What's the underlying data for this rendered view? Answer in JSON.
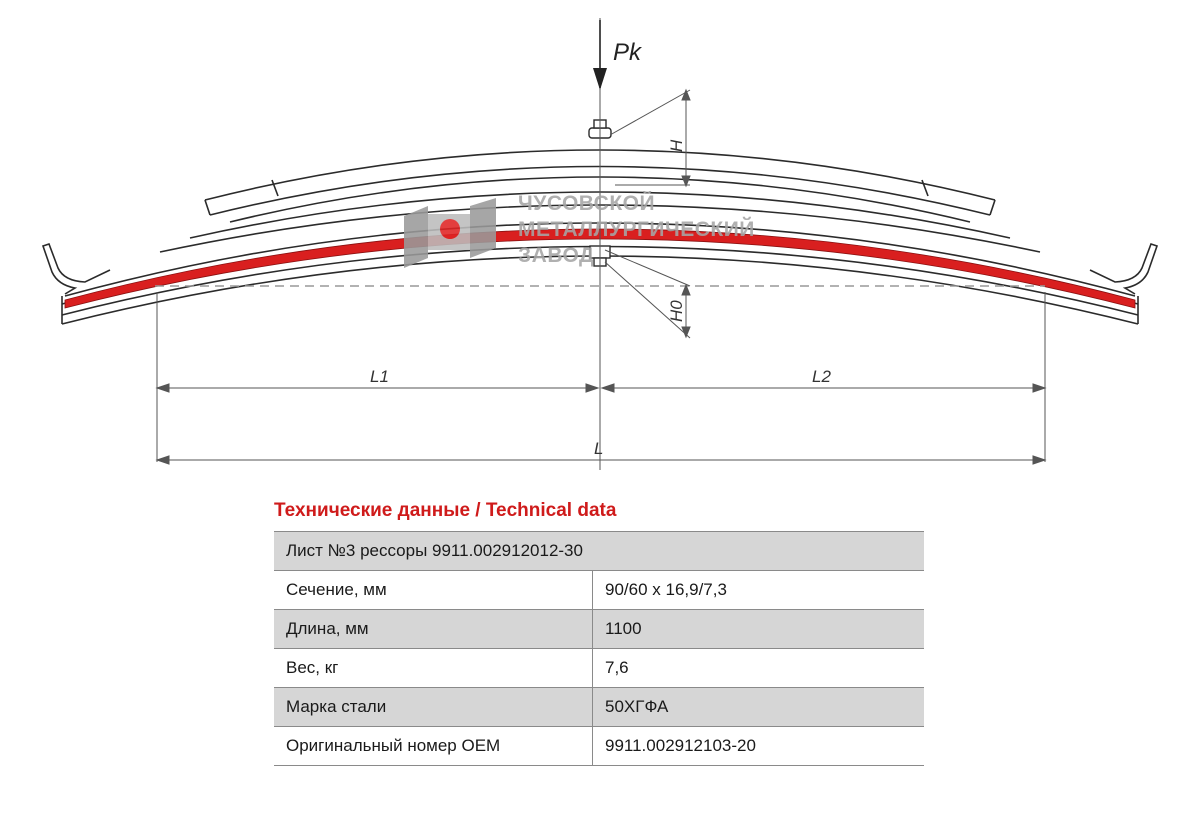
{
  "drawing": {
    "force_label": "Pk",
    "height_label": "H",
    "height0_label": "H0",
    "length1_label": "L1",
    "length2_label": "L2",
    "length_label": "L",
    "colors": {
      "highlight_leaf": "#d91f1f",
      "outline": "#2b2b2b",
      "logo_gray": "#9a9a9a",
      "logo_red": "#e02424"
    }
  },
  "logo": {
    "line1": "ЧУСОВСКОЙ",
    "line2": "МЕТАЛЛУРГИЧЕСКИЙ",
    "line3": "ЗАВОД"
  },
  "spec": {
    "heading": "Технические данные / Technical data",
    "title": "Лист №3 рессоры 9911.002912012-30",
    "rows": [
      {
        "label": "Сечение, мм",
        "value": "90/60 x 16,9/7,3"
      },
      {
        "label": "Длина, мм",
        "value": "1100"
      },
      {
        "label": "Вес, кг",
        "value": "7,6"
      },
      {
        "label": "Марка стали",
        "value": "50ХГФА"
      },
      {
        "label": "Оригинальный номер OEM",
        "value": "9911.002912103-20"
      }
    ]
  }
}
